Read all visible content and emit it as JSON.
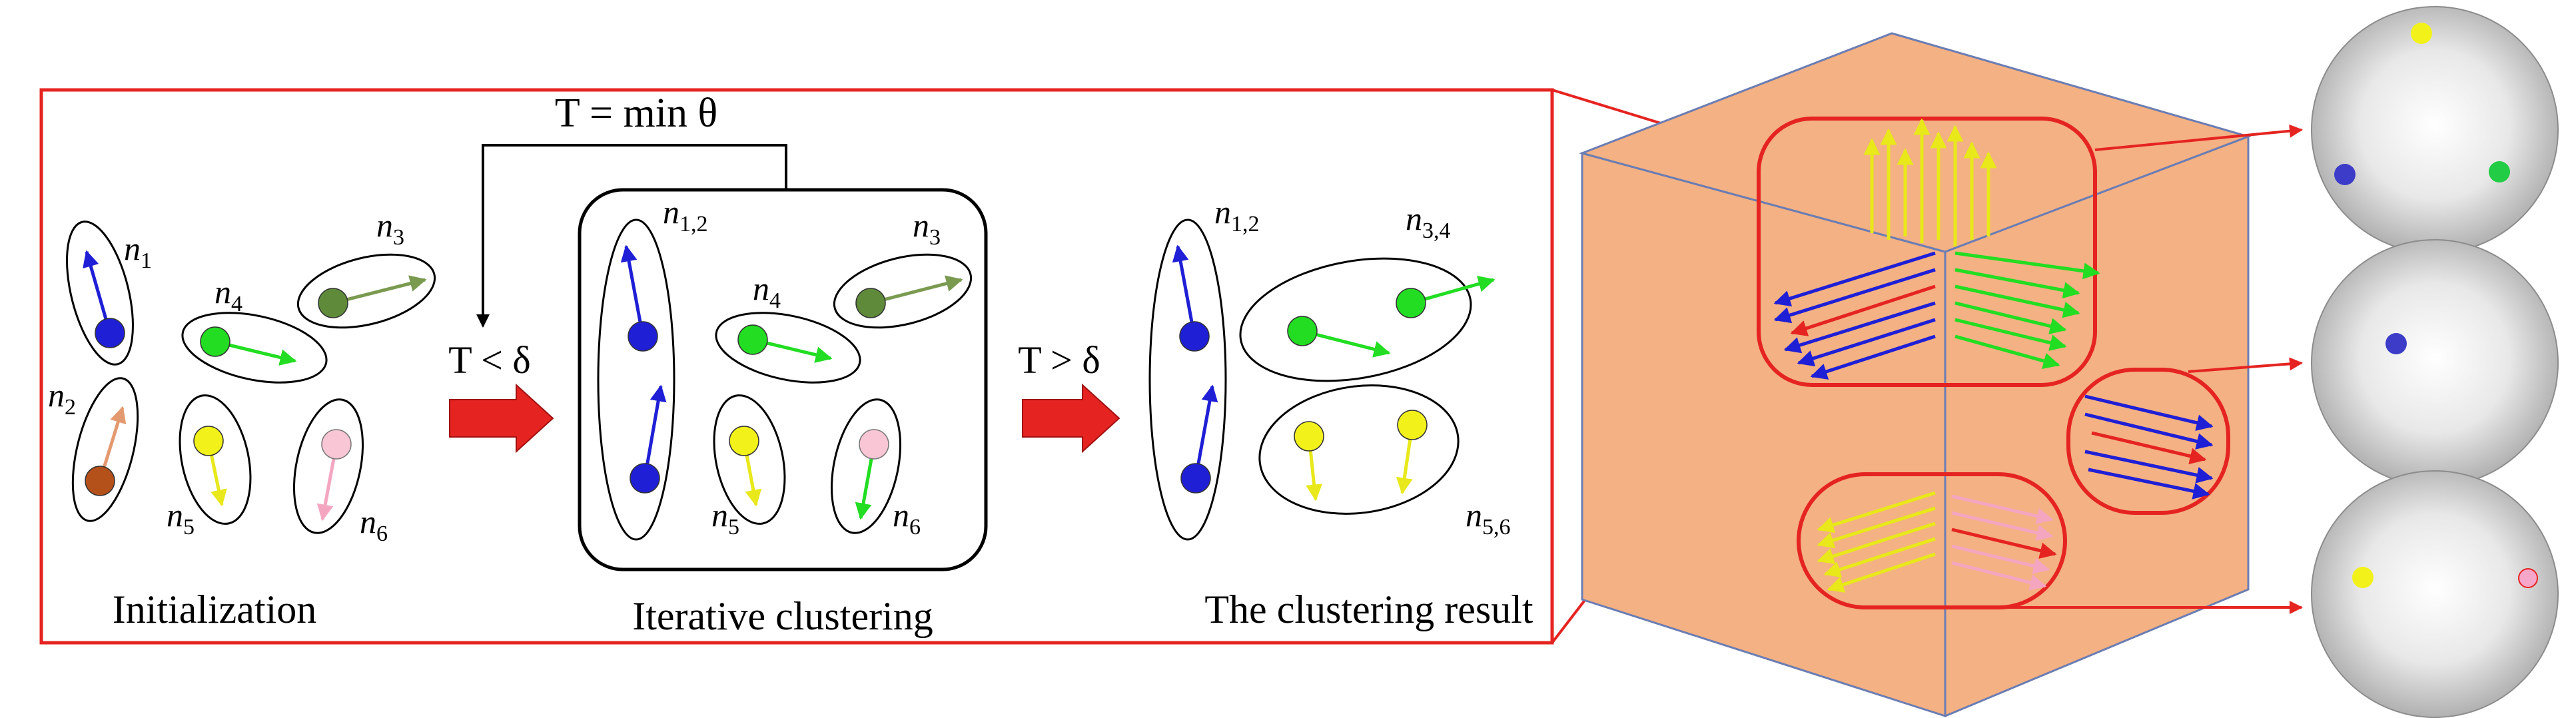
{
  "stages": {
    "init": "Initialization",
    "iter": "Iterative clustering",
    "result": "The clustering result"
  },
  "formulas": {
    "threshold": "T = min θ",
    "lt": "T < δ",
    "gt": "T > δ"
  },
  "nodes": {
    "n1": "1",
    "n2": "2",
    "n3": "3",
    "n4": "4",
    "n5": "5",
    "n6": "6",
    "n12": "1,2",
    "n34": "3,4",
    "n56": "5,6"
  },
  "node_symbol": "n",
  "colors": {
    "frame": "#e52421",
    "arrow": "#e52421",
    "cube_face": "#f4b183",
    "cube_edge": "#6b7db3",
    "blue": "#1f1fd6",
    "green": "#22dd22",
    "olive": "#5e8a3a",
    "brown": "#b4501a",
    "yellow": "#f2f21a",
    "pink": "#f4a6c0"
  }
}
